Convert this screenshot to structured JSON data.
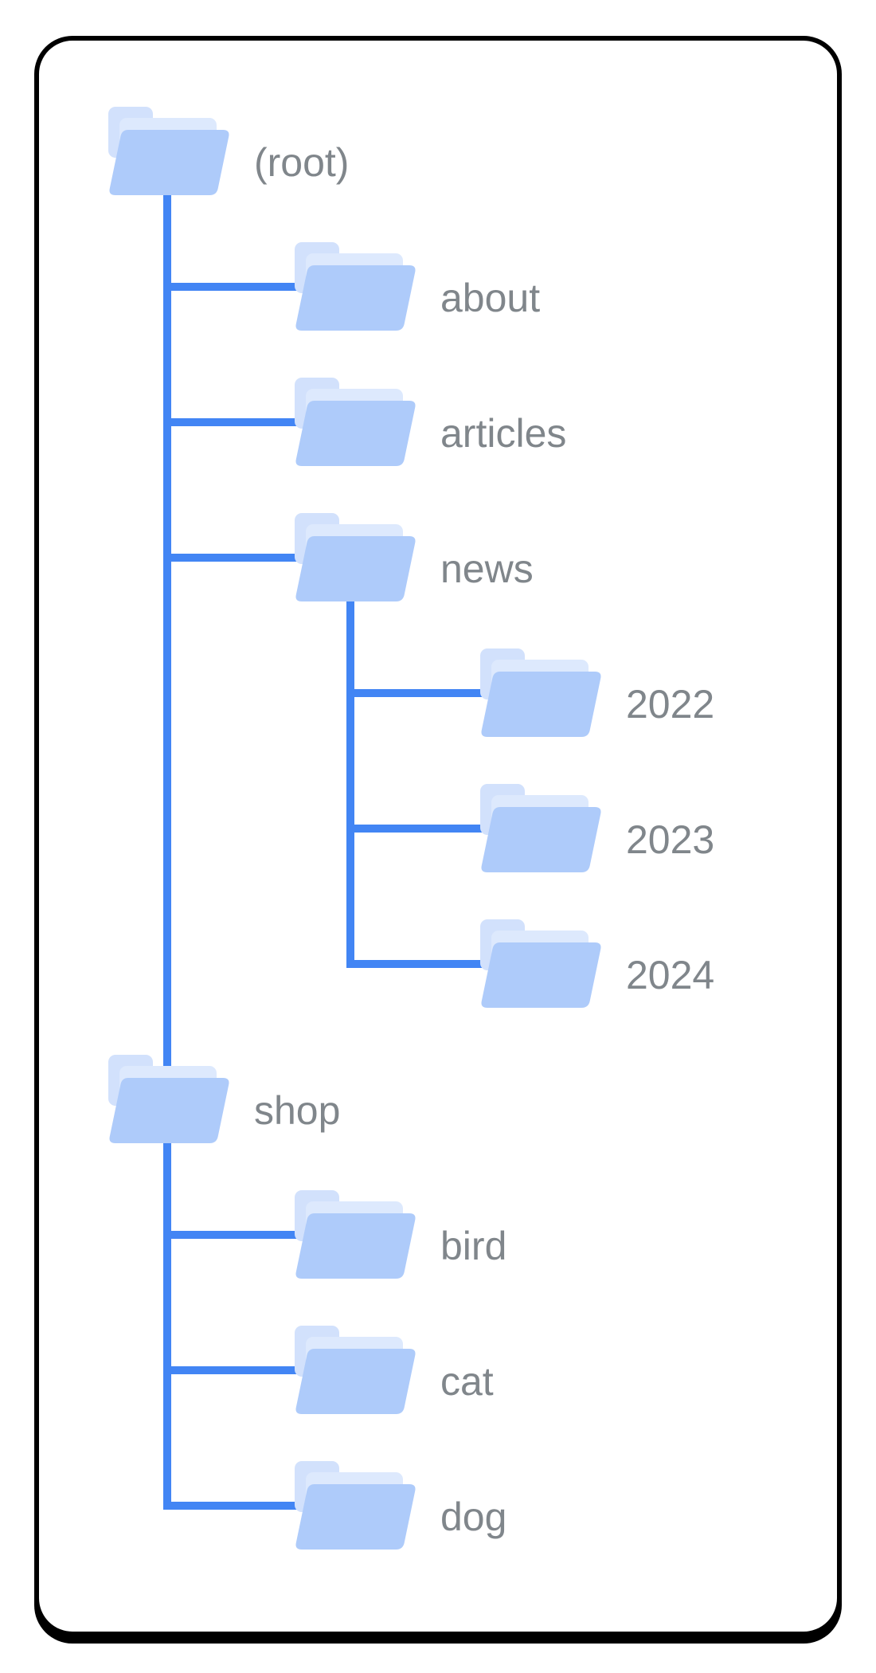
{
  "colors": {
    "line": "#4285F4",
    "folder-front": "#AECBFA",
    "folder-tab": "#D2E1FC",
    "folder-sheet": "#DDE9FD",
    "label-text": "#80868B",
    "frame-border": "#000000",
    "background": "#FFFFFF"
  },
  "tree": {
    "root": {
      "label": "(root)",
      "children": [
        {
          "label": "about",
          "children": []
        },
        {
          "label": "articles",
          "children": []
        },
        {
          "label": "news",
          "children": [
            {
              "label": "2022"
            },
            {
              "label": "2023"
            },
            {
              "label": "2024"
            }
          ]
        },
        {
          "label": "shop",
          "children": [
            {
              "label": "bird"
            },
            {
              "label": "cat"
            },
            {
              "label": "dog"
            }
          ]
        }
      ]
    }
  }
}
